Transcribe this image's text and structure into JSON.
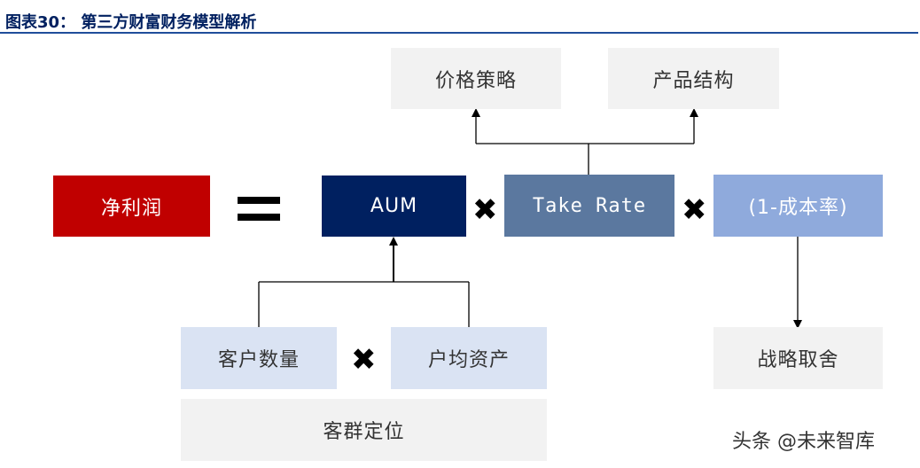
{
  "header": {
    "title": "图表30：   第三方财富财务模型解析"
  },
  "nodes": {
    "net_profit": "净利润",
    "aum": "AUM",
    "take_rate": "Take Rate",
    "cost_ratio": "(1-成本率)",
    "pricing_strategy": "价格策略",
    "product_structure": "产品结构",
    "customer_count": "客户数量",
    "asset_per_customer": "户均资产",
    "customer_positioning": "客群定位",
    "strategic_choice": "战略取舍"
  },
  "operators": {
    "multiply": "✖"
  },
  "watermark": "头条 @未来智库",
  "colors": {
    "red": "#c00000",
    "navy": "#002060",
    "slate": "#5b789f",
    "periwinkle": "#8faadc",
    "light_blue": "#dae3f3",
    "gray": "#f2f2f2"
  }
}
